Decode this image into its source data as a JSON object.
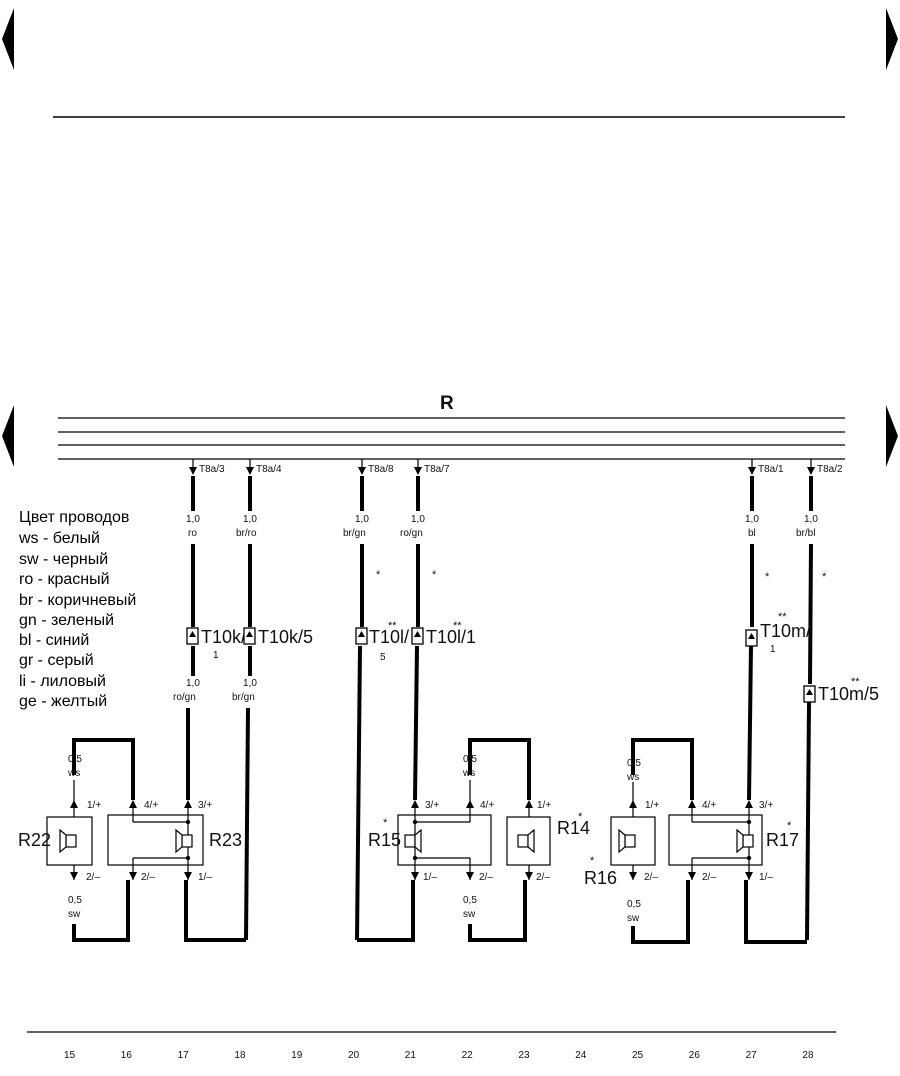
{
  "bus_label": "R",
  "legend": {
    "title": "Цвет проводов",
    "items": [
      "ws - белый",
      "sw - черный",
      "ro - красный",
      "br - коричневый",
      "gn - зеленый",
      "bl - синий",
      "gr - серый",
      "li - лиловый",
      "ge - желтый"
    ]
  },
  "wires": {
    "w17": {
      "connector": "T8a/3",
      "gauge": "1,0",
      "color": "ro",
      "gauge2": "1,0",
      "color2": "ro/gn"
    },
    "w18": {
      "connector": "T8a/4",
      "gauge": "1,0",
      "color": "br/ro",
      "gauge2": "1,0",
      "color2": "br/gn"
    },
    "w20": {
      "connector": "T8a/8",
      "gauge": "1,0",
      "color": "br/gn"
    },
    "w21": {
      "connector": "T8a/7",
      "gauge": "1,0",
      "color": "ro/gn"
    },
    "w27": {
      "connector": "T8a/1",
      "gauge": "1,0",
      "color": "bl"
    },
    "w28": {
      "connector": "T8a/2",
      "gauge": "1,0",
      "color": "br/bl"
    }
  },
  "connectors": {
    "t10k1": {
      "main": "T10k/",
      "sub": "1"
    },
    "t10k5": {
      "main": "T10k/5"
    },
    "t10l5": {
      "main": "T10l/",
      "sub": "5"
    },
    "t10l1": {
      "main": "T10l/1"
    },
    "t10m1": {
      "main": "T10m/",
      "sub": "1"
    },
    "t10m5": {
      "main": "T10m/5"
    }
  },
  "marks": {
    "single": "*",
    "double": "**"
  },
  "components": {
    "r22": "R22",
    "r23": "R23",
    "r15": "R15",
    "r14": "R14",
    "r16": "R16",
    "r17": "R17"
  },
  "short_wires": {
    "ws": {
      "gauge": "0,5",
      "color": "ws"
    },
    "sw": {
      "gauge": "0,5",
      "color": "sw"
    }
  },
  "pins": {
    "p1": "1/+",
    "p2": "2/–",
    "p3": "3/+",
    "p4": "4/+",
    "p1m": "1/–"
  },
  "scale": [
    "15",
    "16",
    "17",
    "18",
    "19",
    "20",
    "21",
    "22",
    "23",
    "24",
    "25",
    "26",
    "27",
    "28"
  ]
}
